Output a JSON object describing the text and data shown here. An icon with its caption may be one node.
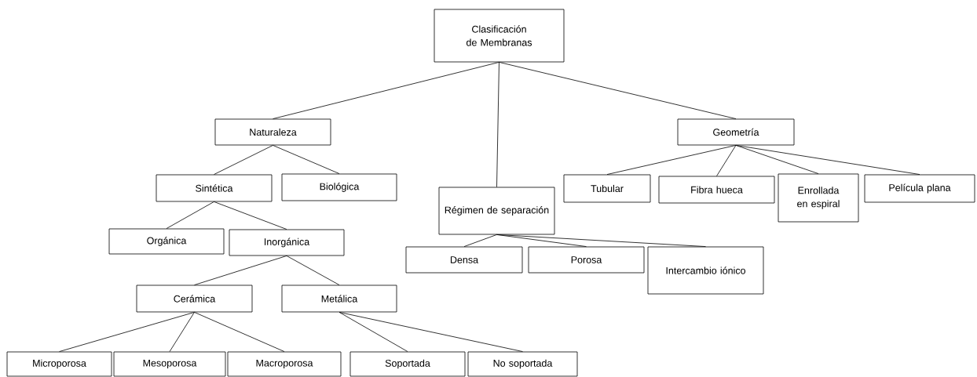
{
  "diagram": {
    "nodes": [
      {
        "text": [
          "Clasificación de Membranas"
        ]
      },
      {
        "text": [
          "Naturaleza"
        ]
      },
      {
        "text": [
          "Sintética"
        ]
      },
      {
        "text": [
          "Biológica"
        ]
      },
      {
        "text": [
          "Orgánica"
        ]
      },
      {
        "text": [
          "Inorgánica"
        ]
      },
      {
        "text": [
          "Cerámica"
        ]
      },
      {
        "text": [
          "Metálica"
        ]
      },
      {
        "text": [
          "Microporosa"
        ]
      },
      {
        "text": [
          "Mesoporosa"
        ]
      },
      {
        "text": [
          "Macroporosa"
        ]
      },
      {
        "text": [
          "Soportada"
        ]
      },
      {
        "text": [
          "No soportada"
        ]
      },
      {
        "text": [
          "Régimen de separación"
        ]
      },
      {
        "text": [
          "Densa"
        ]
      },
      {
        "text": [
          "Porosa"
        ]
      },
      {
        "text": [
          "Intercambio iónico"
        ]
      },
      {
        "text": [
          "Geometría"
        ]
      },
      {
        "text": [
          "Tubular"
        ]
      },
      {
        "text": [
          "Fibra hueca"
        ]
      },
      {
        "text": [
          "Enrollada en espiral"
        ]
      },
      {
        "text": [
          "Película plana"
        ]
      }
    ],
    "edges": [
      {
        "from": 0,
        "to": 1,
        "arrow": "none"
      },
      {
        "from": 0,
        "to": 13,
        "arrow": "none"
      },
      {
        "from": 0,
        "to": 17,
        "arrow": "none"
      },
      {
        "from": 1,
        "to": 2,
        "arrow": "none"
      },
      {
        "from": 1,
        "to": 3,
        "arrow": "none"
      },
      {
        "from": 2,
        "to": 4,
        "arrow": "none"
      },
      {
        "from": 2,
        "to": 5,
        "arrow": "none"
      },
      {
        "from": 5,
        "to": 6,
        "arrow": "none"
      },
      {
        "from": 5,
        "to": 7,
        "arrow": "none"
      },
      {
        "from": 6,
        "to": 8,
        "arrow": "none"
      },
      {
        "from": 6,
        "to": 9,
        "arrow": "none"
      },
      {
        "from": 6,
        "to": 10,
        "arrow": "none"
      },
      {
        "from": 7,
        "to": 11,
        "arrow": "none"
      },
      {
        "from": 7,
        "to": 12,
        "arrow": "none"
      },
      {
        "from": 13,
        "to": 14,
        "arrow": "none"
      },
      {
        "from": 13,
        "to": 15,
        "arrow": "none"
      },
      {
        "from": 13,
        "to": 16,
        "arrow": "none"
      },
      {
        "from": 17,
        "to": 18,
        "arrow": "none"
      },
      {
        "from": 17,
        "to": 19,
        "arrow": "none"
      },
      {
        "from": 17,
        "to": 20,
        "arrow": "none"
      },
      {
        "from": 17,
        "to": 21,
        "arrow": "none"
      }
    ]
  }
}
